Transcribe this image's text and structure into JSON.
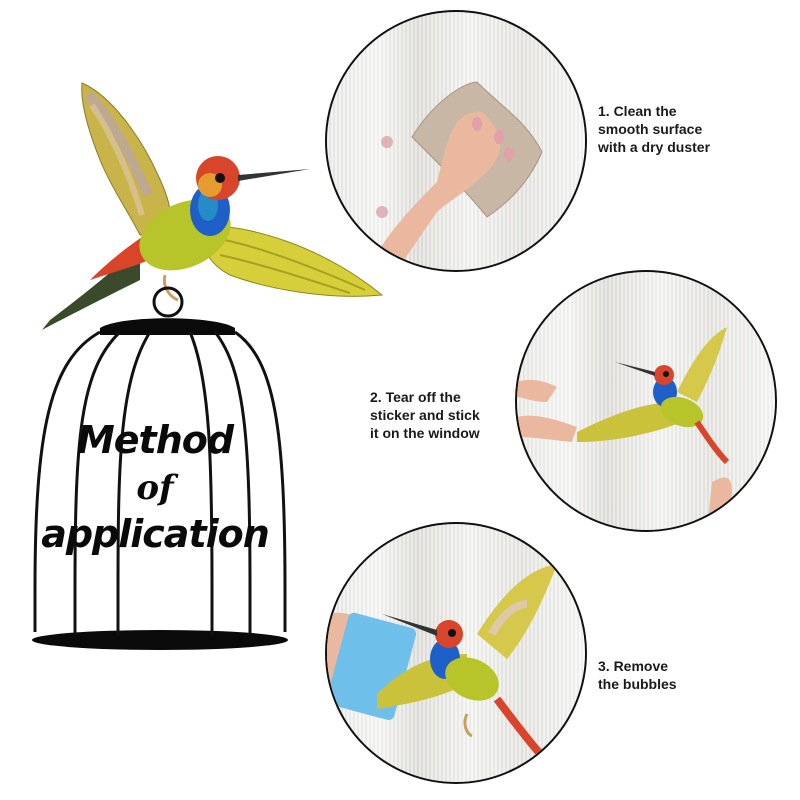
{
  "title": {
    "line1": "Method",
    "line2": "of",
    "line3": "application"
  },
  "steps": [
    {
      "lines": [
        "1. Clean the",
        "smooth surface",
        "with a dry duster"
      ],
      "image": "hand-wiping-window-with-cloth"
    },
    {
      "lines": [
        "2. Tear off the",
        "sticker and stick",
        "it on the window"
      ],
      "image": "hands-placing-hummingbird-sticker"
    },
    {
      "lines": [
        "3. Remove",
        "the bubbles"
      ],
      "image": "card-smoothing-hummingbird-sticker"
    }
  ],
  "illustrations": {
    "main_bird": "hummingbird",
    "cage": "birdcage"
  },
  "colors": {
    "text": "#1a1a1a",
    "outline": "#111111",
    "bird_green": "#b7c42a",
    "bird_blue": "#1f5fc8",
    "bird_red": "#d8452a",
    "bird_yellow": "#e2d04a"
  }
}
